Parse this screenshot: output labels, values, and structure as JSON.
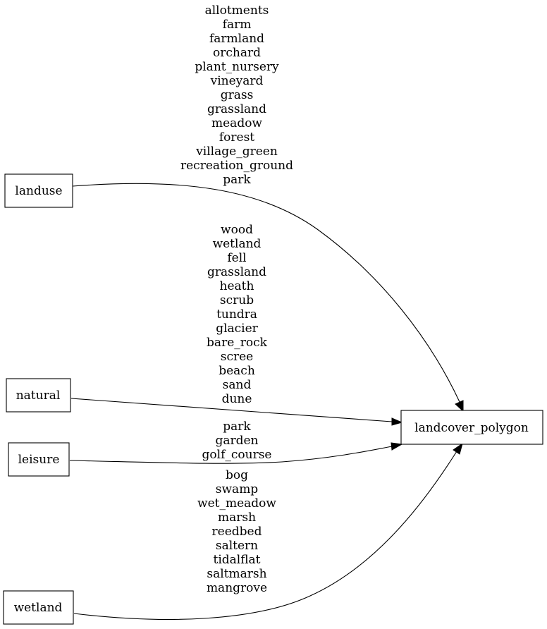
{
  "diagram": {
    "nodes": {
      "landuse": "landuse",
      "natural": "natural",
      "leisure": "leisure",
      "wetland": "wetland",
      "target": "landcover_polygon"
    },
    "edges": {
      "landuse": [
        "allotments",
        "farm",
        "farmland",
        "orchard",
        "plant_nursery",
        "vineyard",
        "grass",
        "grassland",
        "meadow",
        "forest",
        "village_green",
        "recreation_ground",
        "park"
      ],
      "natural": [
        "wood",
        "wetland",
        "fell",
        "grassland",
        "heath",
        "scrub",
        "tundra",
        "glacier",
        "bare_rock",
        "scree",
        "beach",
        "sand",
        "dune"
      ],
      "leisure": [
        "park",
        "garden",
        "golf_course"
      ],
      "wetland": [
        "bog",
        "swamp",
        "wet_meadow",
        "marsh",
        "reedbed",
        "saltern",
        "tidalflat",
        "saltmarsh",
        "mangrove"
      ]
    }
  }
}
